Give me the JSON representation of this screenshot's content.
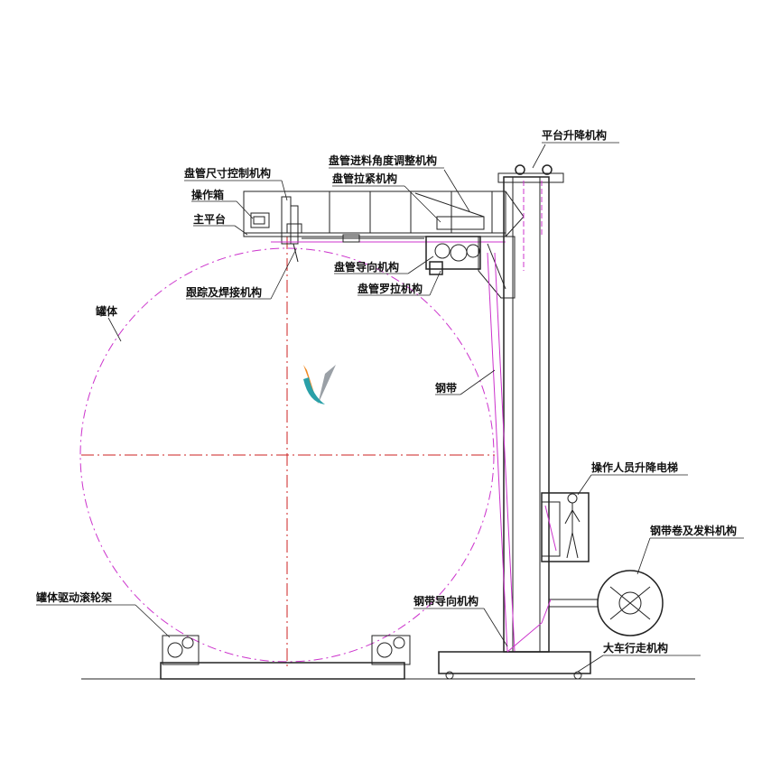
{
  "colors": {
    "line": "#222222",
    "tank_outline": "#cc33cc",
    "center_line": "#cc2222",
    "label": "#111111",
    "logo_orange": "#f08a24",
    "logo_teal": "#2aa0a8",
    "logo_grey": "#9aa0a6"
  },
  "labels": {
    "platform_lift": "平台升降机构",
    "feed_angle": "盘管进料角度调整机构",
    "size_control": "盘管尺寸控制机构",
    "tension": "盘管拉紧机构",
    "operation_box": "操作箱",
    "main_platform": "主平台",
    "guide": "盘管导向机构",
    "screw_pull": "盘管罗拉机构",
    "tracking_weld": "跟踪及焊接机构",
    "tank": "罐体",
    "steel_strip": "钢带",
    "operator_lift": "操作人员升降电梯",
    "coil_feed": "钢带卷及发料机构",
    "roller_frame": "罐体驱动滚轮架",
    "strip_guide": "钢带导向机构",
    "travel": "大车行走机构"
  },
  "icons": {
    "logo": "company-logo-icon",
    "worker": "operator-figure-icon"
  }
}
